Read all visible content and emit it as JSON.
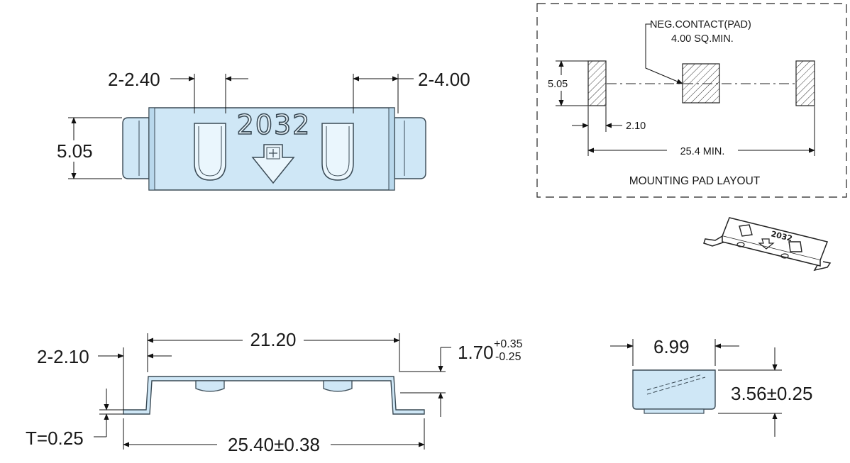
{
  "top_view": {
    "dim_slot_width": "2-2.40",
    "dim_slot_spacing": "2-4.00",
    "dim_height": "5.05",
    "embossed_text": "2032"
  },
  "pad_layout": {
    "callout_line1": "NEG.CONTACT(PAD)",
    "callout_line2": "4.00 SQ.MIN.",
    "dim_pad_height": "5.05",
    "dim_pad_width": "2.10",
    "dim_span": "25.4 MIN.",
    "title": "MOUNTING PAD LAYOUT"
  },
  "side_view": {
    "dim_length_top": "21.20",
    "dim_foot": "2-2.10",
    "dim_height": "1.70",
    "tol_plus": "+0.35",
    "tol_minus": "-0.25",
    "dim_thickness": "T=0.25",
    "dim_length_total": "25.40±0.38"
  },
  "end_view": {
    "dim_width": "6.99",
    "dim_height": "3.56±0.25"
  },
  "colors": {
    "part_fill": "#cfe7f6",
    "outline": "#3a4a55",
    "line": "#111111"
  }
}
